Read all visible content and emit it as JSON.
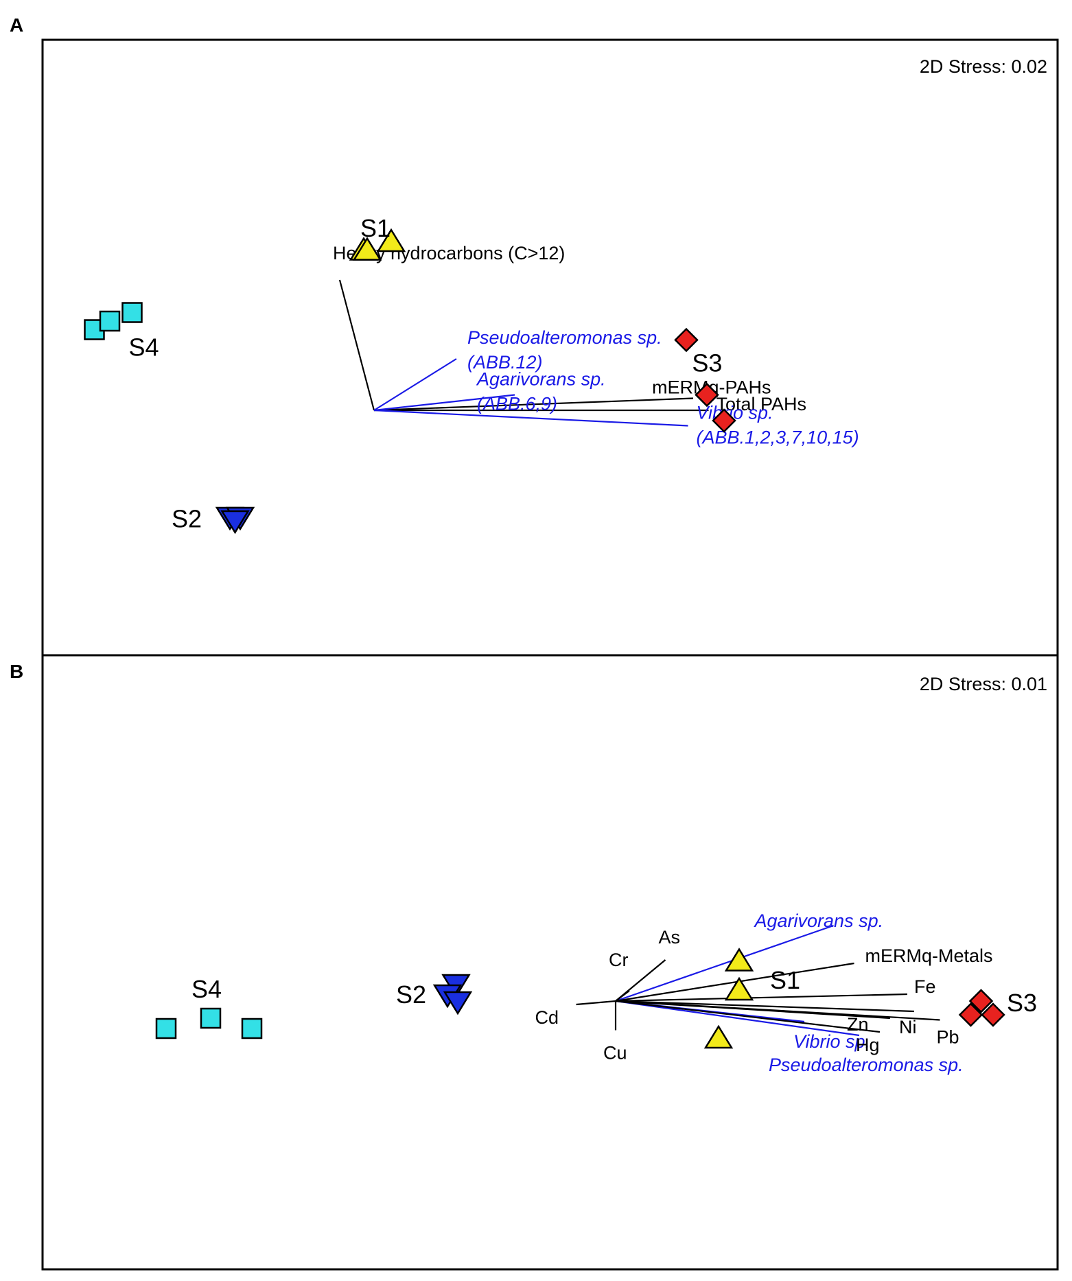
{
  "colors": {
    "S1": "#f2ea1a",
    "S2": "#1a2fe0",
    "S3": "#e8221f",
    "S4": "#33e0e6",
    "environmental_vector": "#000000",
    "bacteria_vector": "#1a1ae6"
  },
  "marker_shapes": {
    "S1": "triangle-up",
    "S2": "triangle-down",
    "S3": "diamond",
    "S4": "square"
  },
  "chart_data": [
    {
      "type": "scatter",
      "panel": "A",
      "stress_label": "2D Stress: 0.02",
      "axes_visible": false,
      "groups": [
        {
          "name": "S1",
          "label": "S1",
          "shape": "triangle-up",
          "points": [
            [
              -0.06,
              0.93
            ],
            [
              -0.04,
              0.93
            ],
            [
              0.1,
              0.98
            ]
          ]
        },
        {
          "name": "S2",
          "label": "S2",
          "shape": "triangle-down",
          "points": [
            [
              -0.84,
              -0.62
            ],
            [
              -0.78,
              -0.62
            ],
            [
              -0.81,
              -0.64
            ]
          ]
        },
        {
          "name": "S3",
          "label": "S3",
          "shape": "diamond",
          "points": [
            [
              1.82,
              0.41
            ],
            [
              1.94,
              0.09
            ],
            [
              2.04,
              -0.06
            ]
          ]
        },
        {
          "name": "S4",
          "label": "S4",
          "shape": "square",
          "points": [
            [
              -1.63,
              0.47
            ],
            [
              -1.54,
              0.52
            ],
            [
              -1.41,
              0.57
            ]
          ]
        }
      ],
      "vectors": [
        {
          "label": "Heavy hydrocarbons (C>12)",
          "kind": "environmental",
          "x": -0.2,
          "y": 0.76
        },
        {
          "label": "mERMq-PAHs",
          "kind": "environmental",
          "x": 1.86,
          "y": 0.07
        },
        {
          "label": "Total PAHs",
          "kind": "environmental",
          "x": 1.95,
          "y": 0.0
        },
        {
          "label": "Pseudoalteromonas sp.",
          "label_line2": "(ABB.12)",
          "kind": "bacteria",
          "x": 0.48,
          "y": 0.3
        },
        {
          "label": "Agarivorans sp.",
          "label_line2": "(ABB.6,9)",
          "kind": "bacteria",
          "x": 0.82,
          "y": 0.09
        },
        {
          "label": "Vibrio sp.",
          "label_line2": "(ABB.1,2,3,7,10,15)",
          "kind": "bacteria",
          "x": 1.83,
          "y": -0.09
        }
      ]
    },
    {
      "type": "scatter",
      "panel": "B",
      "stress_label": "2D Stress: 0.01",
      "axes_visible": false,
      "groups": [
        {
          "name": "S1",
          "label": "S1",
          "shape": "triangle-up",
          "points": [
            [
              0.72,
              0.23
            ],
            [
              0.72,
              0.06
            ],
            [
              0.6,
              -0.22
            ]
          ]
        },
        {
          "name": "S2",
          "label": "S2",
          "shape": "triangle-down",
          "points": [
            [
              -0.93,
              0.1
            ],
            [
              -0.98,
              0.04
            ],
            [
              -0.92,
              0.0
            ]
          ]
        },
        {
          "name": "S3",
          "label": "S3",
          "shape": "diamond",
          "points": [
            [
              2.13,
              0.0
            ],
            [
              2.07,
              -0.08
            ],
            [
              2.2,
              -0.08
            ]
          ]
        },
        {
          "name": "S4",
          "label": "S4",
          "shape": "square",
          "points": [
            [
              -2.62,
              -0.16
            ],
            [
              -2.36,
              -0.1
            ],
            [
              -2.12,
              -0.16
            ]
          ]
        }
      ],
      "vectors": [
        {
          "label": "Agarivorans sp.",
          "kind": "bacteria",
          "x": 1.27,
          "y": 0.44
        },
        {
          "label": "Vibrio sp.",
          "kind": "bacteria",
          "x": 1.1,
          "y": -0.12
        },
        {
          "label": "Pseudoalteromonas sp.",
          "kind": "bacteria",
          "x": 1.42,
          "y": -0.2
        },
        {
          "label": "As",
          "kind": "environmental",
          "x": 0.29,
          "y": 0.24
        },
        {
          "label": "Cr",
          "kind": "environmental",
          "x": 0.08,
          "y": 0.06
        },
        {
          "label": "Cd",
          "kind": "environmental",
          "x": -0.23,
          "y": -0.02
        },
        {
          "label": "Cu",
          "kind": "environmental",
          "x": 0.0,
          "y": -0.17
        },
        {
          "label": "mERMq-Metals",
          "kind": "environmental",
          "x": 1.39,
          "y": 0.22
        },
        {
          "label": "Fe",
          "kind": "environmental",
          "x": 1.7,
          "y": 0.04
        },
        {
          "label": "Ni",
          "kind": "environmental",
          "x": 1.74,
          "y": -0.06
        },
        {
          "label": "Pb",
          "kind": "environmental",
          "x": 1.89,
          "y": -0.11
        },
        {
          "label": "Zn",
          "kind": "environmental",
          "x": 1.6,
          "y": -0.1
        },
        {
          "label": "Hg",
          "kind": "environmental",
          "x": 1.54,
          "y": -0.18
        }
      ]
    }
  ]
}
